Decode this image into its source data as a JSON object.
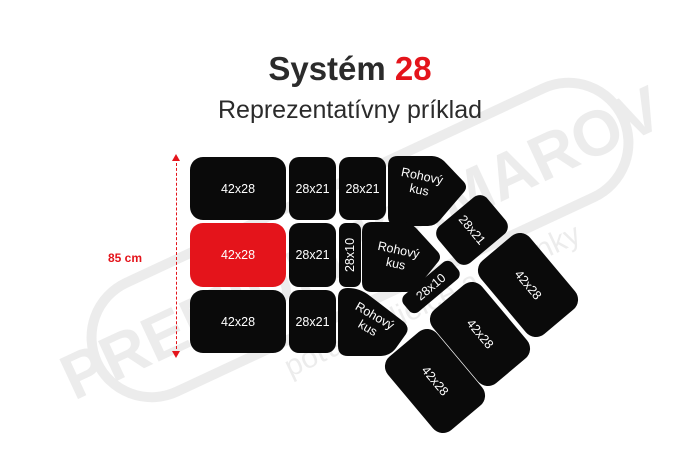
{
  "title": {
    "text": "Systém ",
    "number": "28"
  },
  "subtitle": "Reprezentatívny príklad",
  "dimension": {
    "label": "85 cm"
  },
  "watermark": {
    "text": "PREMIUM-KAMAROV",
    "subtext": "poťahy, dielce a doplnky"
  },
  "pieces": [
    {
      "name": "piece-42x28-top",
      "label": "42x28",
      "color": "black"
    },
    {
      "name": "piece-28x21-top-1",
      "label": "28x21",
      "color": "black"
    },
    {
      "name": "piece-28x21-top-2",
      "label": "28x21",
      "color": "black"
    },
    {
      "name": "piece-rohovy-kus-top",
      "label": "Rohový\nkus",
      "color": "black"
    },
    {
      "name": "piece-28x21-diag",
      "label": "28x21",
      "color": "black"
    },
    {
      "name": "piece-42x28-diag-right",
      "label": "42x28",
      "color": "black"
    },
    {
      "name": "piece-42x28-middle",
      "label": "42x28",
      "color": "#e4141b"
    },
    {
      "name": "piece-28x21-middle",
      "label": "28x21",
      "color": "black"
    },
    {
      "name": "piece-28x10-middle",
      "label": "28x10",
      "color": "black"
    },
    {
      "name": "piece-rohovy-kus-middle",
      "label": "Rohový\nkus",
      "color": "black"
    },
    {
      "name": "piece-28x10-diag",
      "label": "28x10",
      "color": "black"
    },
    {
      "name": "piece-42x28-diag-middle",
      "label": "42x28",
      "color": "black"
    },
    {
      "name": "piece-42x28-bottom",
      "label": "42x28",
      "color": "black"
    },
    {
      "name": "piece-28x21-bottom",
      "label": "28x21",
      "color": "black"
    },
    {
      "name": "piece-rohovy-kus-bottom",
      "label": "Rohový\nkus",
      "color": "black"
    },
    {
      "name": "piece-42x28-diag-bottom",
      "label": "42x28",
      "color": "black"
    }
  ]
}
